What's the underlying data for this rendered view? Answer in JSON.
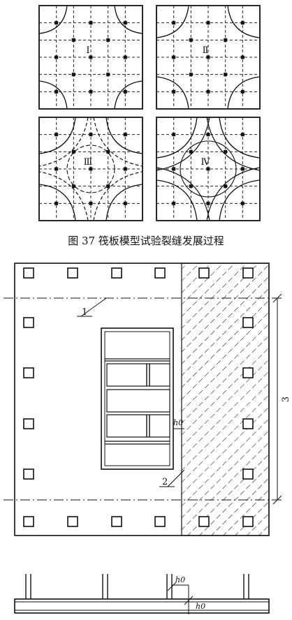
{
  "figure": {
    "caption": "图 37   筏板模型试验裂缝发展过程",
    "panels": [
      {
        "label": "Ⅰ"
      },
      {
        "label": "Ⅱ"
      },
      {
        "label": "Ⅲ"
      },
      {
        "label": "Ⅳ"
      }
    ]
  },
  "plan": {
    "callout_1": "1",
    "callout_2": "2",
    "callout_3": "3",
    "dim_h0": "h0"
  },
  "section": {
    "dim_h0_top": "h0",
    "dim_h0_right": "h0"
  }
}
